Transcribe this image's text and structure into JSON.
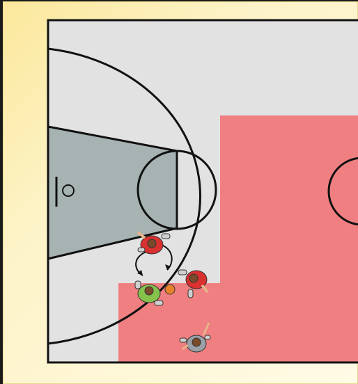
{
  "diagram": {
    "type": "basketball-half-court-zone",
    "colors": {
      "background_frame": "#fcefb4",
      "court_floor": "#e2e2e2",
      "paint_key": "#a7b3b3",
      "zone_highlight": "#f07f81",
      "lines": "#111111",
      "attacker_jersey": "#d9312f",
      "defender_jersey": "#86c24b",
      "ball": "#e8822a"
    },
    "players": [
      {
        "role": "attacker",
        "icon": "player-red-icon"
      },
      {
        "role": "attacker",
        "icon": "player-red-icon"
      },
      {
        "role": "defender",
        "icon": "player-green-icon"
      },
      {
        "role": "defender",
        "icon": "player-grey-icon"
      }
    ]
  }
}
